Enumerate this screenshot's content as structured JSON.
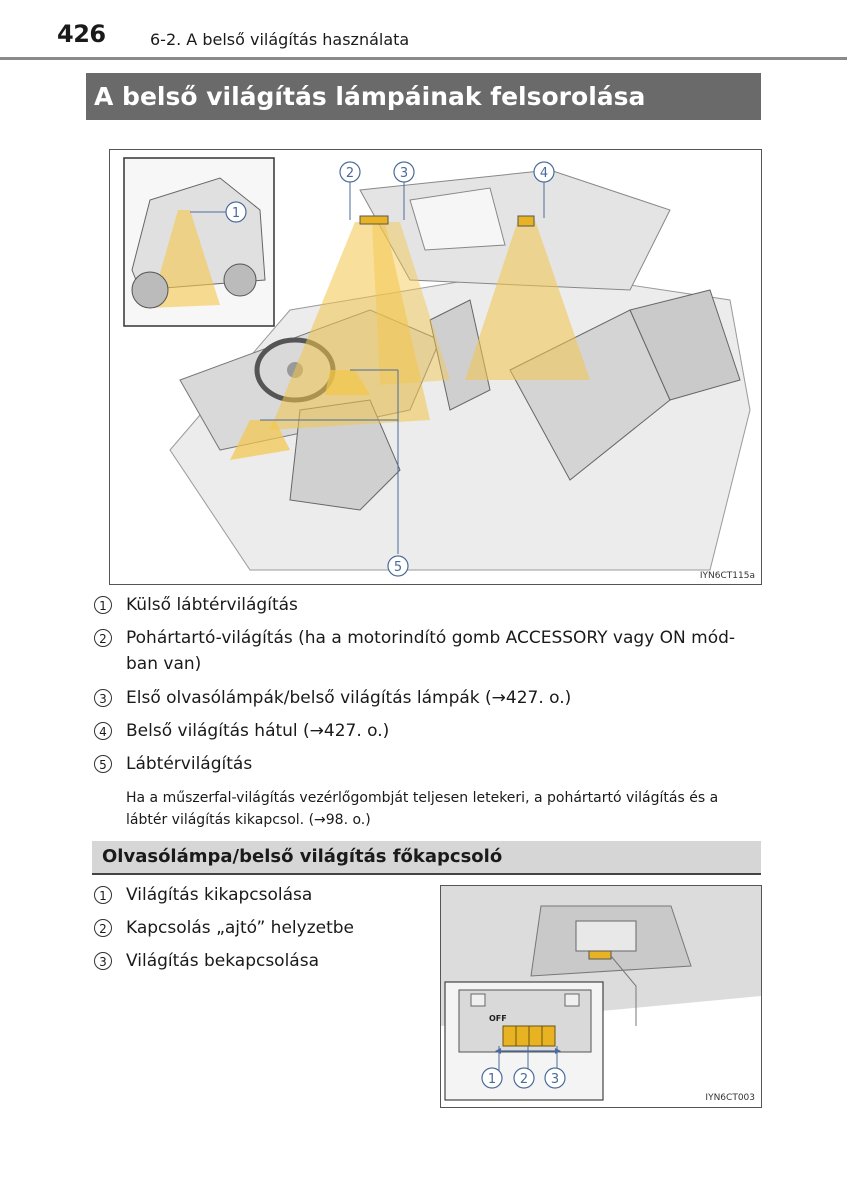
{
  "header": {
    "page_number": "426",
    "chapter": "6-2. A belső világítás használata"
  },
  "section": {
    "title": "A belső világítás lámpáinak felsorolása"
  },
  "figure1": {
    "code": "IYN6CT115a",
    "callouts": [
      "1",
      "2",
      "3",
      "4",
      "5"
    ]
  },
  "list1": {
    "items": [
      {
        "num": "1",
        "text": "Külső lábtérvilágítás"
      },
      {
        "num": "2",
        "text": "Pohártartó-világítás (ha a motorindító gomb ACCESSORY vagy ON mód-ban van)"
      },
      {
        "num": "3",
        "text": "Első olvasólámpák/belső világítás lámpák (→427. o.)"
      },
      {
        "num": "4",
        "text": "Belső világítás hátul (→427. o.)"
      },
      {
        "num": "5",
        "text": "Lábtérvilágítás"
      }
    ],
    "note": "Ha a műszerfal-világítás vezérlőgombját teljesen letekeri, a pohártartó világítás és a lábtér világítás kikapcsol. (→98. o.)"
  },
  "subsection": {
    "title": "Olvasólámpa/belső világítás főkapcsoló"
  },
  "list2": {
    "items": [
      {
        "num": "1",
        "text": "Világítás kikapcsolása"
      },
      {
        "num": "2",
        "text": "Kapcsolás „ajtó” helyzetbe"
      },
      {
        "num": "3",
        "text": "Világítás bekapcsolása"
      }
    ]
  },
  "figure2": {
    "code": "IYN6CT003",
    "switch_label": "OFF",
    "callouts": [
      "1",
      "2",
      "3"
    ]
  },
  "colors": {
    "title_bar": "#6a6a6a",
    "subtitle_bar": "#d6d6d6",
    "light_beam": "#f3c64a"
  }
}
